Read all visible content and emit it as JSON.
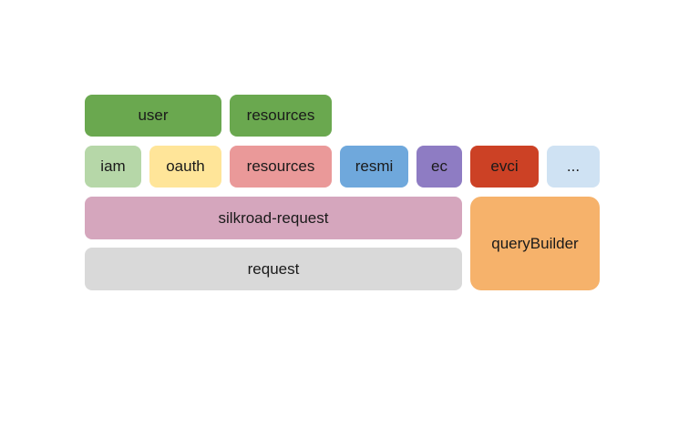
{
  "layers": {
    "top": [
      {
        "label": "user",
        "color": "#6aa84f"
      },
      {
        "label": "resources",
        "color": "#6aa84f"
      }
    ],
    "services": [
      {
        "label": "iam",
        "color": "#b6d7a8"
      },
      {
        "label": "oauth",
        "color": "#ffe599"
      },
      {
        "label": "resources",
        "color": "#ea9999"
      },
      {
        "label": "resmi",
        "color": "#6fa8dc"
      },
      {
        "label": "ec",
        "color": "#8e7cc3"
      },
      {
        "label": "evci",
        "color": "#cc4125"
      },
      {
        "label": "...",
        "color": "#cfe2f3"
      }
    ],
    "silkroad_request": {
      "label": "silkroad-request",
      "color": "#d5a6bd"
    },
    "request": {
      "label": "request",
      "color": "#d9d9d9"
    },
    "query_builder": {
      "label": "queryBuilder",
      "color": "#f6b26b"
    }
  }
}
